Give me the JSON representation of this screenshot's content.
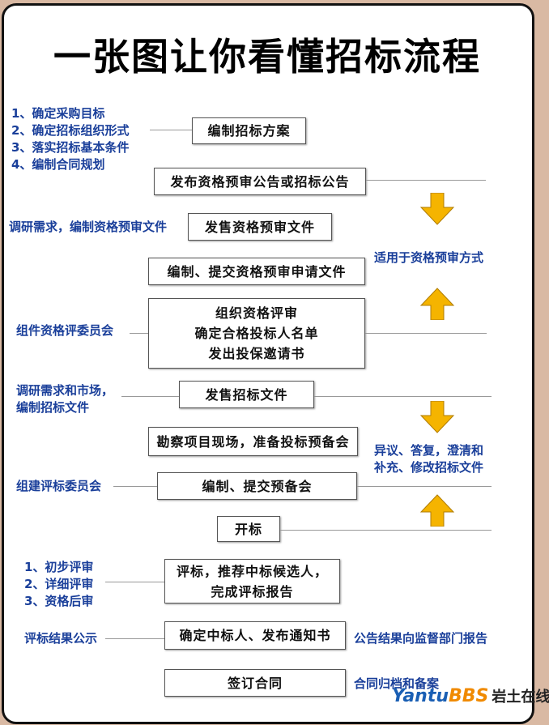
{
  "title": "一张图让你看懂招标流程",
  "boxes": {
    "b1": "编制招标方案",
    "b2": "发布资格预审公告或招标公告",
    "b3": "发售资格预审文件",
    "b4": "编制、提交资格预审申请文件",
    "b5": [
      "组织资格评审",
      "确定合格投标人名单",
      "发出投保邀请书"
    ],
    "b6": "发售招标文件",
    "b7": "勘察项目现场，准备投标预备会",
    "b8": "编制、提交预备会",
    "b9": "开标",
    "b10": [
      "评标，推荐中标候选人，",
      "完成评标报告"
    ],
    "b11": "确定中标人、发布通知书",
    "b12": "签订合同"
  },
  "left_notes": {
    "n1": [
      "1、确定采购目标",
      "2、确定招标组织形式",
      "3、落实招标基本条件",
      "4、编制合同规划"
    ],
    "n2": "调研需求，编制资格预审文件",
    "n3": "组件资格评委员会",
    "n4": [
      "调研需求和市场，",
      "编制招标文件"
    ],
    "n5": "组建评标委员会",
    "n6": [
      "1、初步评审",
      "2、详细评审",
      "3、资格后审"
    ],
    "n7": "评标结果公示"
  },
  "right_notes": {
    "r1": "适用于资格预审方式",
    "r2": [
      "异议、答复，澄清和",
      "补充、修改招标文件"
    ],
    "r3": "公告结果向监督部门报告",
    "r4": "合同归档和备案"
  },
  "watermark": {
    "part1": "Yantu",
    "part2": "BBS",
    "part3": "岩土在线"
  },
  "colors": {
    "note": "#1a3f9a",
    "arrow": "#f5b400",
    "background": "#d9b9a3"
  }
}
